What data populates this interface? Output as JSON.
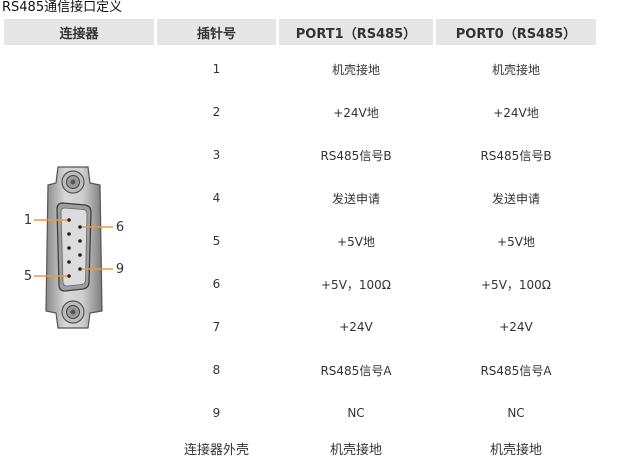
{
  "caption": "RS485通信接口定义",
  "headers": [
    "连接器",
    "插针号",
    "PORT1（RS485）",
    "PORT0（RS485）"
  ],
  "rows": [
    {
      "pin": "1",
      "port1": "机壳接地",
      "port0": "机壳接地"
    },
    {
      "pin": "2",
      "port1": "+24V地",
      "port0": "+24V地"
    },
    {
      "pin": "3",
      "port1": "RS485信号B",
      "port0": "RS485信号B"
    },
    {
      "pin": "4",
      "port1": "发送申请",
      "port0": "发送申请"
    },
    {
      "pin": "5",
      "port1": "+5V地",
      "port0": "+5V地"
    },
    {
      "pin": "6",
      "port1": "+5V，100Ω",
      "port0": "+5V，100Ω"
    },
    {
      "pin": "7",
      "port1": "+24V",
      "port0": "+24V"
    },
    {
      "pin": "8",
      "port1": "RS485信号A",
      "port0": "RS485信号A"
    },
    {
      "pin": "9",
      "port1": "NC",
      "port0": "NC"
    },
    {
      "pin": "连接器外壳",
      "port1": "机壳接地",
      "port0": "机壳接地"
    }
  ],
  "connector": {
    "labels": {
      "pin1": "1",
      "pin5": "5",
      "pin6": "6",
      "pin9": "9"
    },
    "leader_color": "#e89a3c"
  }
}
